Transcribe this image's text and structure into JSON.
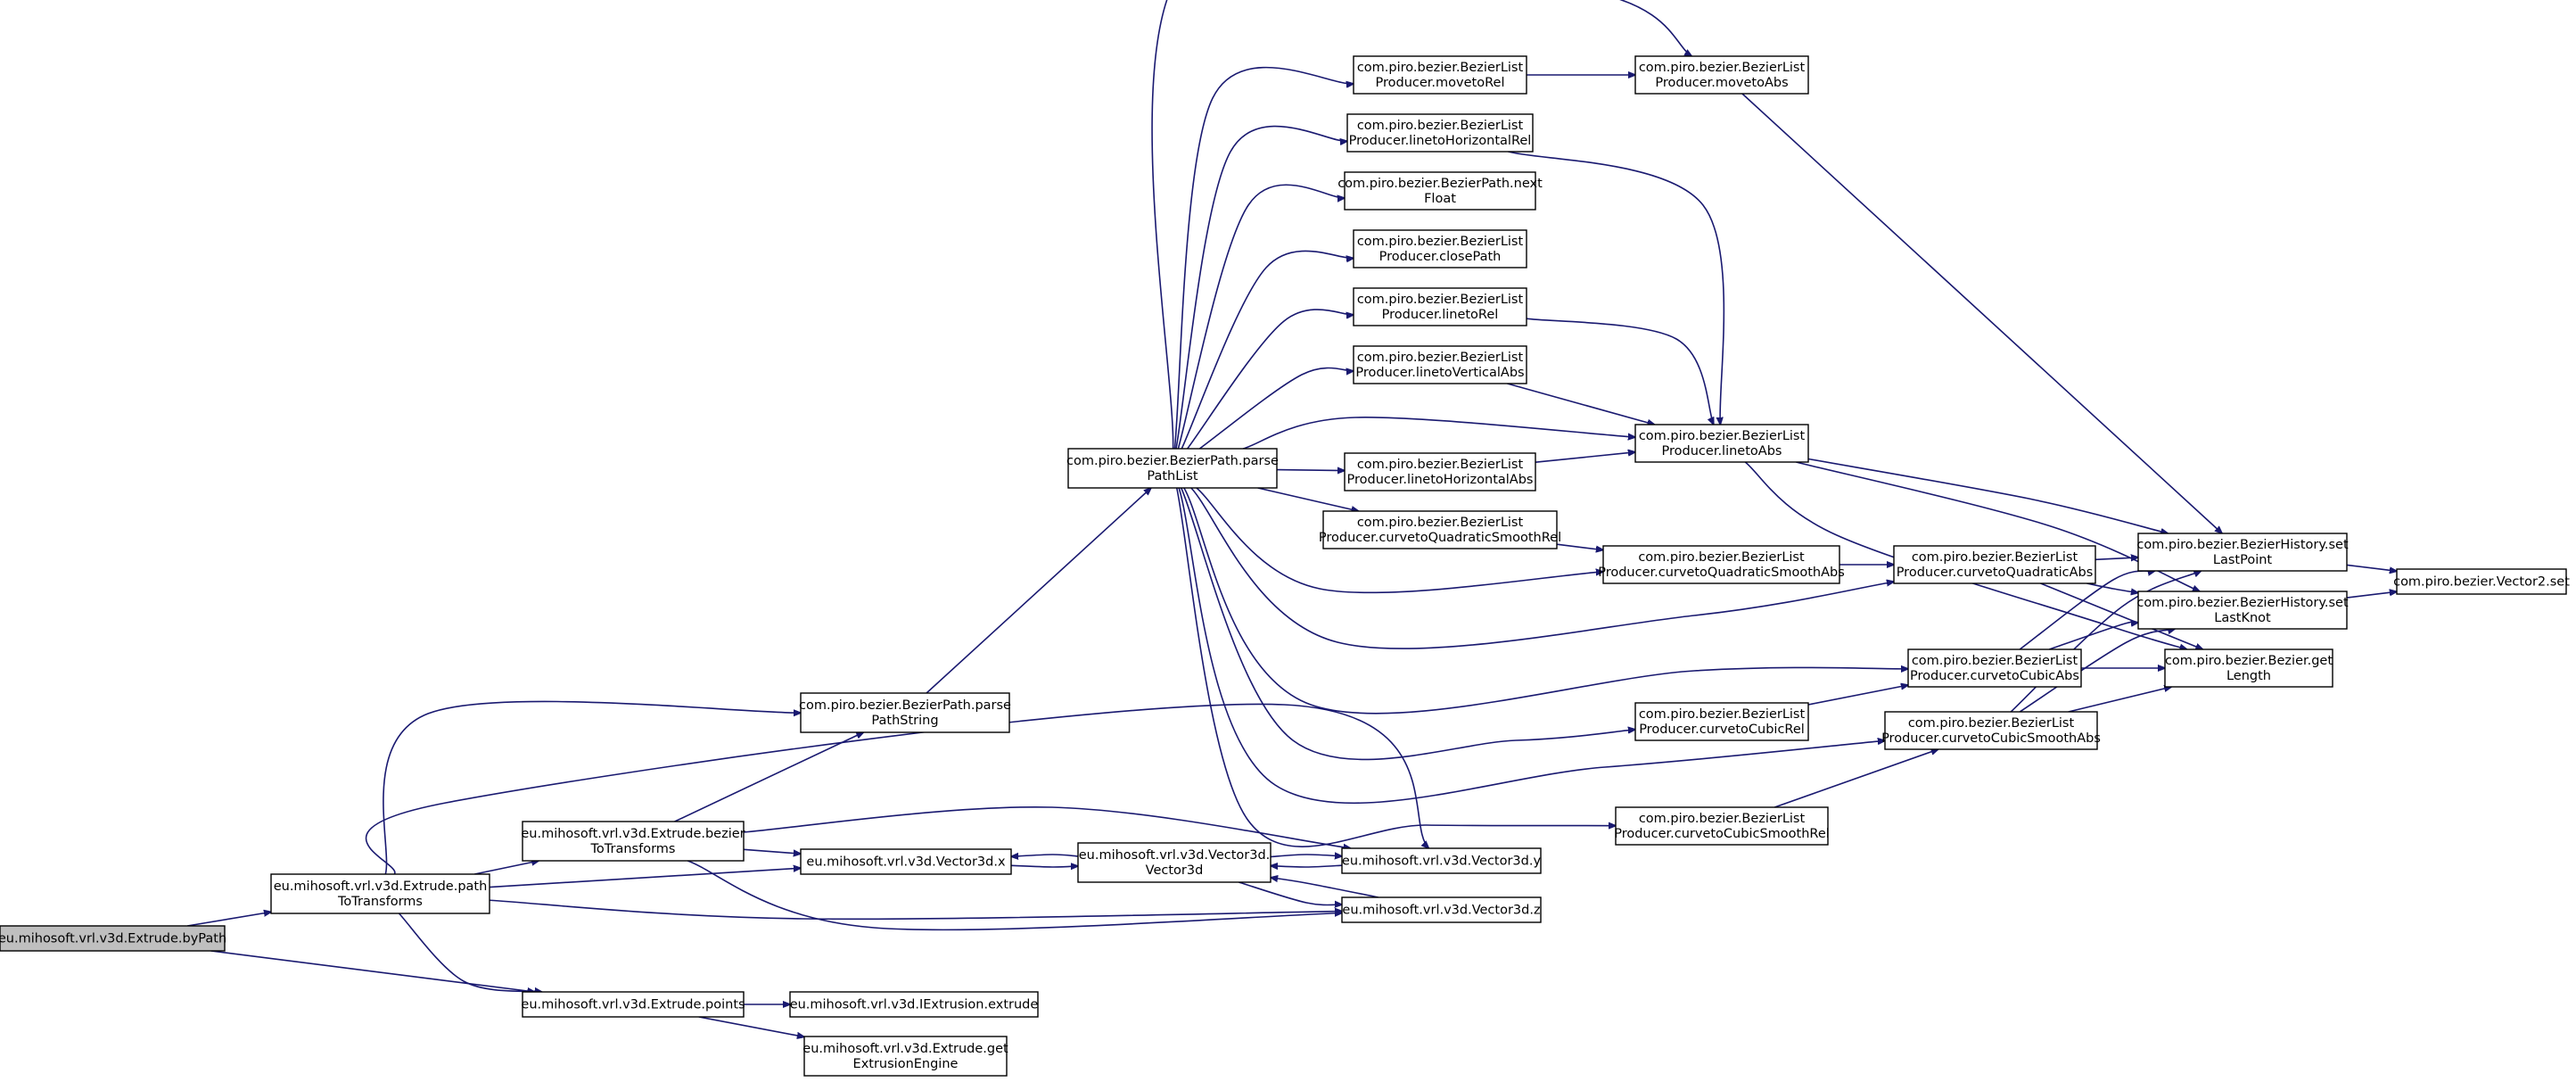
{
  "graph": {
    "title": "",
    "colors": {
      "edge": "#191970",
      "node_fill": "#ffffff",
      "root_fill": "#bfbfbf",
      "node_stroke": "#000000"
    },
    "nodes": [
      {
        "id": "byPath",
        "lines": [
          "eu.mihosoft.vrl.v3d.Extrude.byPath"
        ],
        "root": true
      },
      {
        "id": "pathToTransforms",
        "lines": [
          "eu.mihosoft.vrl.v3d.Extrude.path",
          "ToTransforms"
        ]
      },
      {
        "id": "points",
        "lines": [
          "eu.mihosoft.vrl.v3d.Extrude.points"
        ]
      },
      {
        "id": "bezierToTransforms",
        "lines": [
          "eu.mihosoft.vrl.v3d.Extrude.bezier",
          "ToTransforms"
        ]
      },
      {
        "id": "parsePathString",
        "lines": [
          "com.piro.bezier.BezierPath.parse",
          "PathString"
        ]
      },
      {
        "id": "vecX",
        "lines": [
          "eu.mihosoft.vrl.v3d.Vector3d.x"
        ]
      },
      {
        "id": "vecCtor",
        "lines": [
          "eu.mihosoft.vrl.v3d.Vector3d.",
          "Vector3d"
        ]
      },
      {
        "id": "vecY",
        "lines": [
          "eu.mihosoft.vrl.v3d.Vector3d.y"
        ]
      },
      {
        "id": "vecZ",
        "lines": [
          "eu.mihosoft.vrl.v3d.Vector3d.z"
        ]
      },
      {
        "id": "extrude",
        "lines": [
          "eu.mihosoft.vrl.v3d.IExtrusion.extrude"
        ]
      },
      {
        "id": "getEngine",
        "lines": [
          "eu.mihosoft.vrl.v3d.Extrude.get",
          "ExtrusionEngine"
        ]
      },
      {
        "id": "parsePathList",
        "lines": [
          "com.piro.bezier.BezierPath.parse",
          "PathList"
        ]
      },
      {
        "id": "movetoRel",
        "lines": [
          "com.piro.bezier.BezierList",
          "Producer.movetoRel"
        ]
      },
      {
        "id": "movetoAbs",
        "lines": [
          "com.piro.bezier.BezierList",
          "Producer.movetoAbs"
        ]
      },
      {
        "id": "linetoHorizontalRel",
        "lines": [
          "com.piro.bezier.BezierList",
          "Producer.linetoHorizontalRel"
        ]
      },
      {
        "id": "nextFloat",
        "lines": [
          "com.piro.bezier.BezierPath.next",
          "Float"
        ]
      },
      {
        "id": "closePath",
        "lines": [
          "com.piro.bezier.BezierList",
          "Producer.closePath"
        ]
      },
      {
        "id": "linetoRel",
        "lines": [
          "com.piro.bezier.BezierList",
          "Producer.linetoRel"
        ]
      },
      {
        "id": "linetoVerticalAbs",
        "lines": [
          "com.piro.bezier.BezierList",
          "Producer.linetoVerticalAbs"
        ]
      },
      {
        "id": "linetoAbs",
        "lines": [
          "com.piro.bezier.BezierList",
          "Producer.linetoAbs"
        ]
      },
      {
        "id": "linetoHorizontalAbs",
        "lines": [
          "com.piro.bezier.BezierList",
          "Producer.linetoHorizontalAbs"
        ]
      },
      {
        "id": "curvetoQuadraticSmoothRel",
        "lines": [
          "com.piro.bezier.BezierList",
          "Producer.curvetoQuadraticSmoothRel"
        ]
      },
      {
        "id": "curvetoQuadraticSmoothAbs",
        "lines": [
          "com.piro.bezier.BezierList",
          "Producer.curvetoQuadraticSmoothAbs"
        ]
      },
      {
        "id": "curvetoQuadraticAbs",
        "lines": [
          "com.piro.bezier.BezierList",
          "Producer.curvetoQuadraticAbs"
        ]
      },
      {
        "id": "curvetoCubicAbs",
        "lines": [
          "com.piro.bezier.BezierList",
          "Producer.curvetoCubicAbs"
        ]
      },
      {
        "id": "curvetoCubicRel",
        "lines": [
          "com.piro.bezier.BezierList",
          "Producer.curvetoCubicRel"
        ]
      },
      {
        "id": "curvetoCubicSmoothAbs",
        "lines": [
          "com.piro.bezier.BezierList",
          "Producer.curvetoCubicSmoothAbs"
        ]
      },
      {
        "id": "curvetoCubicSmoothRel",
        "lines": [
          "com.piro.bezier.BezierList",
          "Producer.curvetoCubicSmoothRel"
        ]
      },
      {
        "id": "setLastPoint",
        "lines": [
          "com.piro.bezier.BezierHistory.set",
          "LastPoint"
        ]
      },
      {
        "id": "setLastKnot",
        "lines": [
          "com.piro.bezier.BezierHistory.set",
          "LastKnot"
        ]
      },
      {
        "id": "getLength",
        "lines": [
          "com.piro.bezier.Bezier.get",
          "Length"
        ]
      },
      {
        "id": "vector2Set",
        "lines": [
          "com.piro.bezier.Vector2.set"
        ]
      }
    ],
    "edges": [
      [
        "byPath",
        "pathToTransforms"
      ],
      [
        "byPath",
        "points"
      ],
      [
        "pathToTransforms",
        "parsePathString"
      ],
      [
        "pathToTransforms",
        "bezierToTransforms"
      ],
      [
        "pathToTransforms",
        "vecY"
      ],
      [
        "pathToTransforms",
        "vecX"
      ],
      [
        "pathToTransforms",
        "vecZ"
      ],
      [
        "pathToTransforms",
        "points"
      ],
      [
        "bezierToTransforms",
        "parsePathString"
      ],
      [
        "bezierToTransforms",
        "vecX"
      ],
      [
        "bezierToTransforms",
        "vecY"
      ],
      [
        "bezierToTransforms",
        "vecZ"
      ],
      [
        "vecCtor",
        "vecX"
      ],
      [
        "vecX",
        "vecCtor"
      ],
      [
        "vecCtor",
        "vecY"
      ],
      [
        "vecY",
        "vecCtor"
      ],
      [
        "vecCtor",
        "vecZ"
      ],
      [
        "vecZ",
        "vecCtor"
      ],
      [
        "points",
        "extrude"
      ],
      [
        "points",
        "getEngine"
      ],
      [
        "parsePathString",
        "parsePathList"
      ],
      [
        "parsePathList",
        "movetoAbs"
      ],
      [
        "parsePathList",
        "movetoRel"
      ],
      [
        "parsePathList",
        "linetoHorizontalRel"
      ],
      [
        "parsePathList",
        "nextFloat"
      ],
      [
        "parsePathList",
        "closePath"
      ],
      [
        "parsePathList",
        "linetoRel"
      ],
      [
        "parsePathList",
        "linetoVerticalAbs"
      ],
      [
        "parsePathList",
        "linetoAbs"
      ],
      [
        "parsePathList",
        "linetoHorizontalAbs"
      ],
      [
        "parsePathList",
        "curvetoQuadraticSmoothRel"
      ],
      [
        "parsePathList",
        "curvetoQuadraticSmoothAbs"
      ],
      [
        "parsePathList",
        "curvetoQuadraticAbs"
      ],
      [
        "parsePathList",
        "curvetoCubicAbs"
      ],
      [
        "parsePathList",
        "curvetoCubicRel"
      ],
      [
        "parsePathList",
        "curvetoCubicSmoothAbs"
      ],
      [
        "parsePathList",
        "curvetoCubicSmoothRel"
      ],
      [
        "movetoRel",
        "movetoAbs"
      ],
      [
        "movetoAbs",
        "setLastPoint"
      ],
      [
        "linetoHorizontalRel",
        "linetoAbs"
      ],
      [
        "linetoRel",
        "linetoAbs"
      ],
      [
        "linetoVerticalAbs",
        "linetoAbs"
      ],
      [
        "linetoHorizontalAbs",
        "linetoAbs"
      ],
      [
        "linetoAbs",
        "setLastPoint"
      ],
      [
        "linetoAbs",
        "setLastKnot"
      ],
      [
        "linetoAbs",
        "getLength"
      ],
      [
        "curvetoQuadraticSmoothRel",
        "curvetoQuadraticSmoothAbs"
      ],
      [
        "curvetoQuadraticSmoothAbs",
        "curvetoQuadraticAbs"
      ],
      [
        "curvetoQuadraticAbs",
        "setLastPoint"
      ],
      [
        "curvetoQuadraticAbs",
        "setLastKnot"
      ],
      [
        "curvetoQuadraticAbs",
        "getLength"
      ],
      [
        "curvetoCubicRel",
        "curvetoCubicAbs"
      ],
      [
        "curvetoCubicAbs",
        "setLastPoint"
      ],
      [
        "curvetoCubicAbs",
        "setLastKnot"
      ],
      [
        "curvetoCubicAbs",
        "getLength"
      ],
      [
        "curvetoCubicSmoothRel",
        "curvetoCubicSmoothAbs"
      ],
      [
        "curvetoCubicSmoothAbs",
        "setLastPoint"
      ],
      [
        "curvetoCubicSmoothAbs",
        "setLastKnot"
      ],
      [
        "curvetoCubicSmoothAbs",
        "getLength"
      ],
      [
        "setLastPoint",
        "vector2Set"
      ],
      [
        "setLastKnot",
        "vector2Set"
      ]
    ]
  }
}
